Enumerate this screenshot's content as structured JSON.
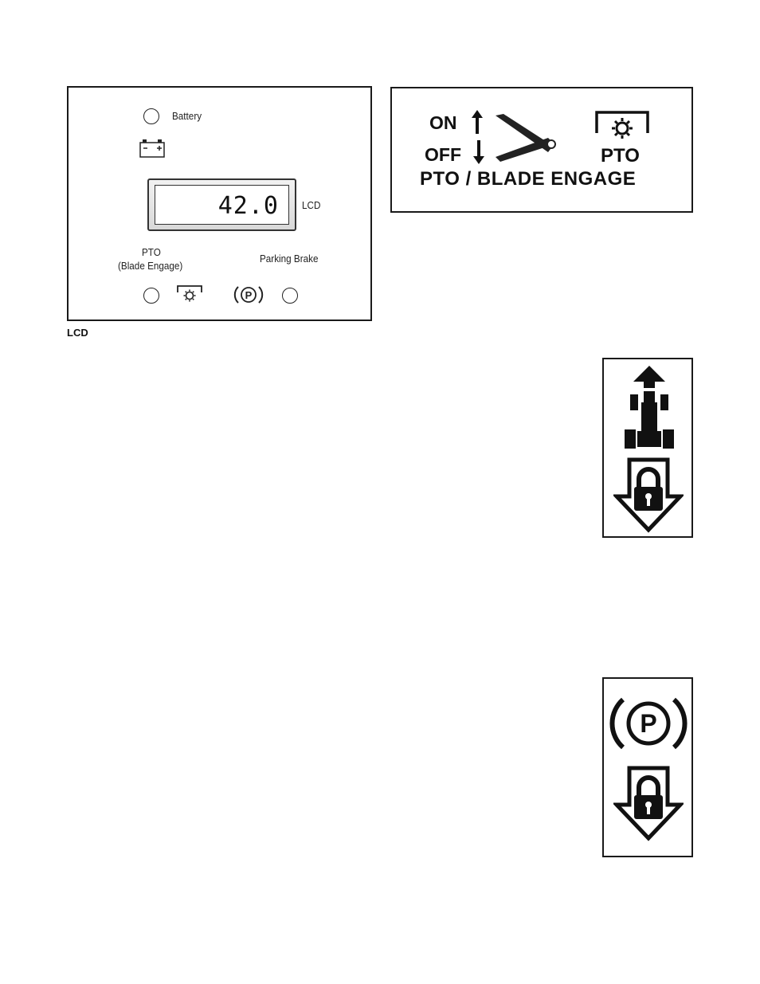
{
  "lcd_panel": {
    "battery_label": "Battery",
    "lcd_value": "42.0",
    "lcd_label": "LCD",
    "pto_label_line1": "PTO",
    "pto_label_line2": "(Blade Engage)",
    "parking_brake_label": "Parking Brake",
    "caption": "LCD",
    "icons": [
      "battery-icon",
      "pto-gear-icon",
      "parking-brake-icon"
    ]
  },
  "pto_decal": {
    "on_label": "ON",
    "off_label": "OFF",
    "pto_label": "PTO",
    "engage_label": "PTO / BLADE ENGAGE",
    "icons": [
      "up-arrow-icon",
      "down-arrow-icon",
      "lever-icon",
      "pto-gear-icon"
    ]
  },
  "decal_forward_lock": {
    "icons": [
      "tractor-forward-icon",
      "lock-down-arrow-icon"
    ]
  },
  "decal_parking_lock": {
    "icons": [
      "parking-brake-icon",
      "lock-down-arrow-icon"
    ]
  }
}
